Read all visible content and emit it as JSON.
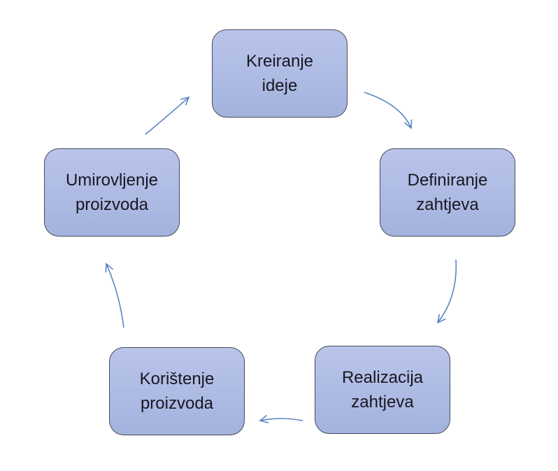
{
  "diagram": {
    "type": "cycle-diagram",
    "background": "#ffffff",
    "nodes": [
      {
        "id": "kreiranje-ideje",
        "label": "Kreiranje\nideje",
        "position": "top"
      },
      {
        "id": "definiranje-zahtjeva",
        "label": "Definiranje\nzahtjeva",
        "position": "right"
      },
      {
        "id": "realizacija-zahtjeva",
        "label": "Realizacija\nzahtjeva",
        "position": "bottom-right"
      },
      {
        "id": "koristenje-proizvoda",
        "label": "Korištenje\nproizvoda",
        "position": "bottom-left"
      },
      {
        "id": "umirovljenje-proizvoda",
        "label": "Umirovljenje\nproizvoda",
        "position": "left"
      }
    ],
    "edges": [
      {
        "from": "kreiranje-ideje",
        "to": "definiranje-zahtjeva"
      },
      {
        "from": "definiranje-zahtjeva",
        "to": "realizacija-zahtjeva"
      },
      {
        "from": "realizacija-zahtjeva",
        "to": "koristenje-proizvoda"
      },
      {
        "from": "koristenje-proizvoda",
        "to": "umirovljenje-proizvoda"
      },
      {
        "from": "umirovljenje-proizvoda",
        "to": "kreiranje-ideje"
      }
    ],
    "colors": {
      "node_fill_top": "#b9c4ea",
      "node_fill_bottom": "#a3b2de",
      "node_border": "#474b58",
      "node_text": "#17171f",
      "arrow": "#5b84c4"
    }
  }
}
